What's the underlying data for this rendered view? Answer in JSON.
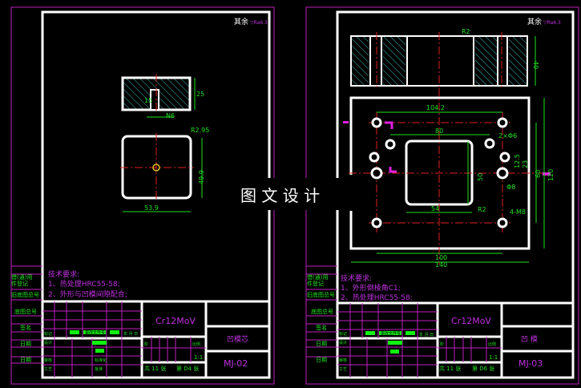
{
  "watermark": "图 文 设 计",
  "sheets": [
    {
      "roughness_note": "其余",
      "tech_requirements": [
        "技术要求:",
        "1、热处理HRC55-58;",
        "2、外形与凹模间隙配合;"
      ],
      "material": "Cr12MoV",
      "part_name": "凹模芯",
      "drawing_no": "MJ-02",
      "scale": "1:1",
      "total_sheets": "共 11 张",
      "sheet_no": "第 D4 张",
      "dimensions": [
        "25",
        "N6",
        "R2.95",
        "49.9",
        "53.9",
        "15"
      ]
    },
    {
      "roughness_note": "其余",
      "tech_requirements": [
        "技术要求:",
        "1、外形倒棱角C1;",
        "2、热处理HRC55-58;"
      ],
      "material": "Cr12MoV",
      "part_name": "凹  模",
      "drawing_no": "MJ-03",
      "scale": "1:1",
      "total_sheets": "共 11 张",
      "sheet_no": "第 D6 张",
      "dimensions": [
        "R2",
        "40",
        "104.2",
        "80",
        "2×Φ6",
        "50",
        "12.5",
        "23",
        "Φ8",
        "60",
        "120",
        "54",
        "R2",
        "4-M8",
        "100",
        "140"
      ]
    }
  ],
  "side_strip": [
    "借(通)用",
    "件登记",
    "旧底图总号",
    "底图总号",
    "签名",
    "日期",
    "日期"
  ],
  "title_block": {
    "headers": [
      "处数",
      "分区",
      "更改文件号",
      "签名",
      "年 月 日"
    ],
    "marks": [
      "标记",
      "设计",
      "审核",
      "工艺",
      "标准化",
      "批准"
    ],
    "stage": [
      "阶",
      "段",
      "标",
      "记",
      "重量",
      "比例"
    ]
  }
}
